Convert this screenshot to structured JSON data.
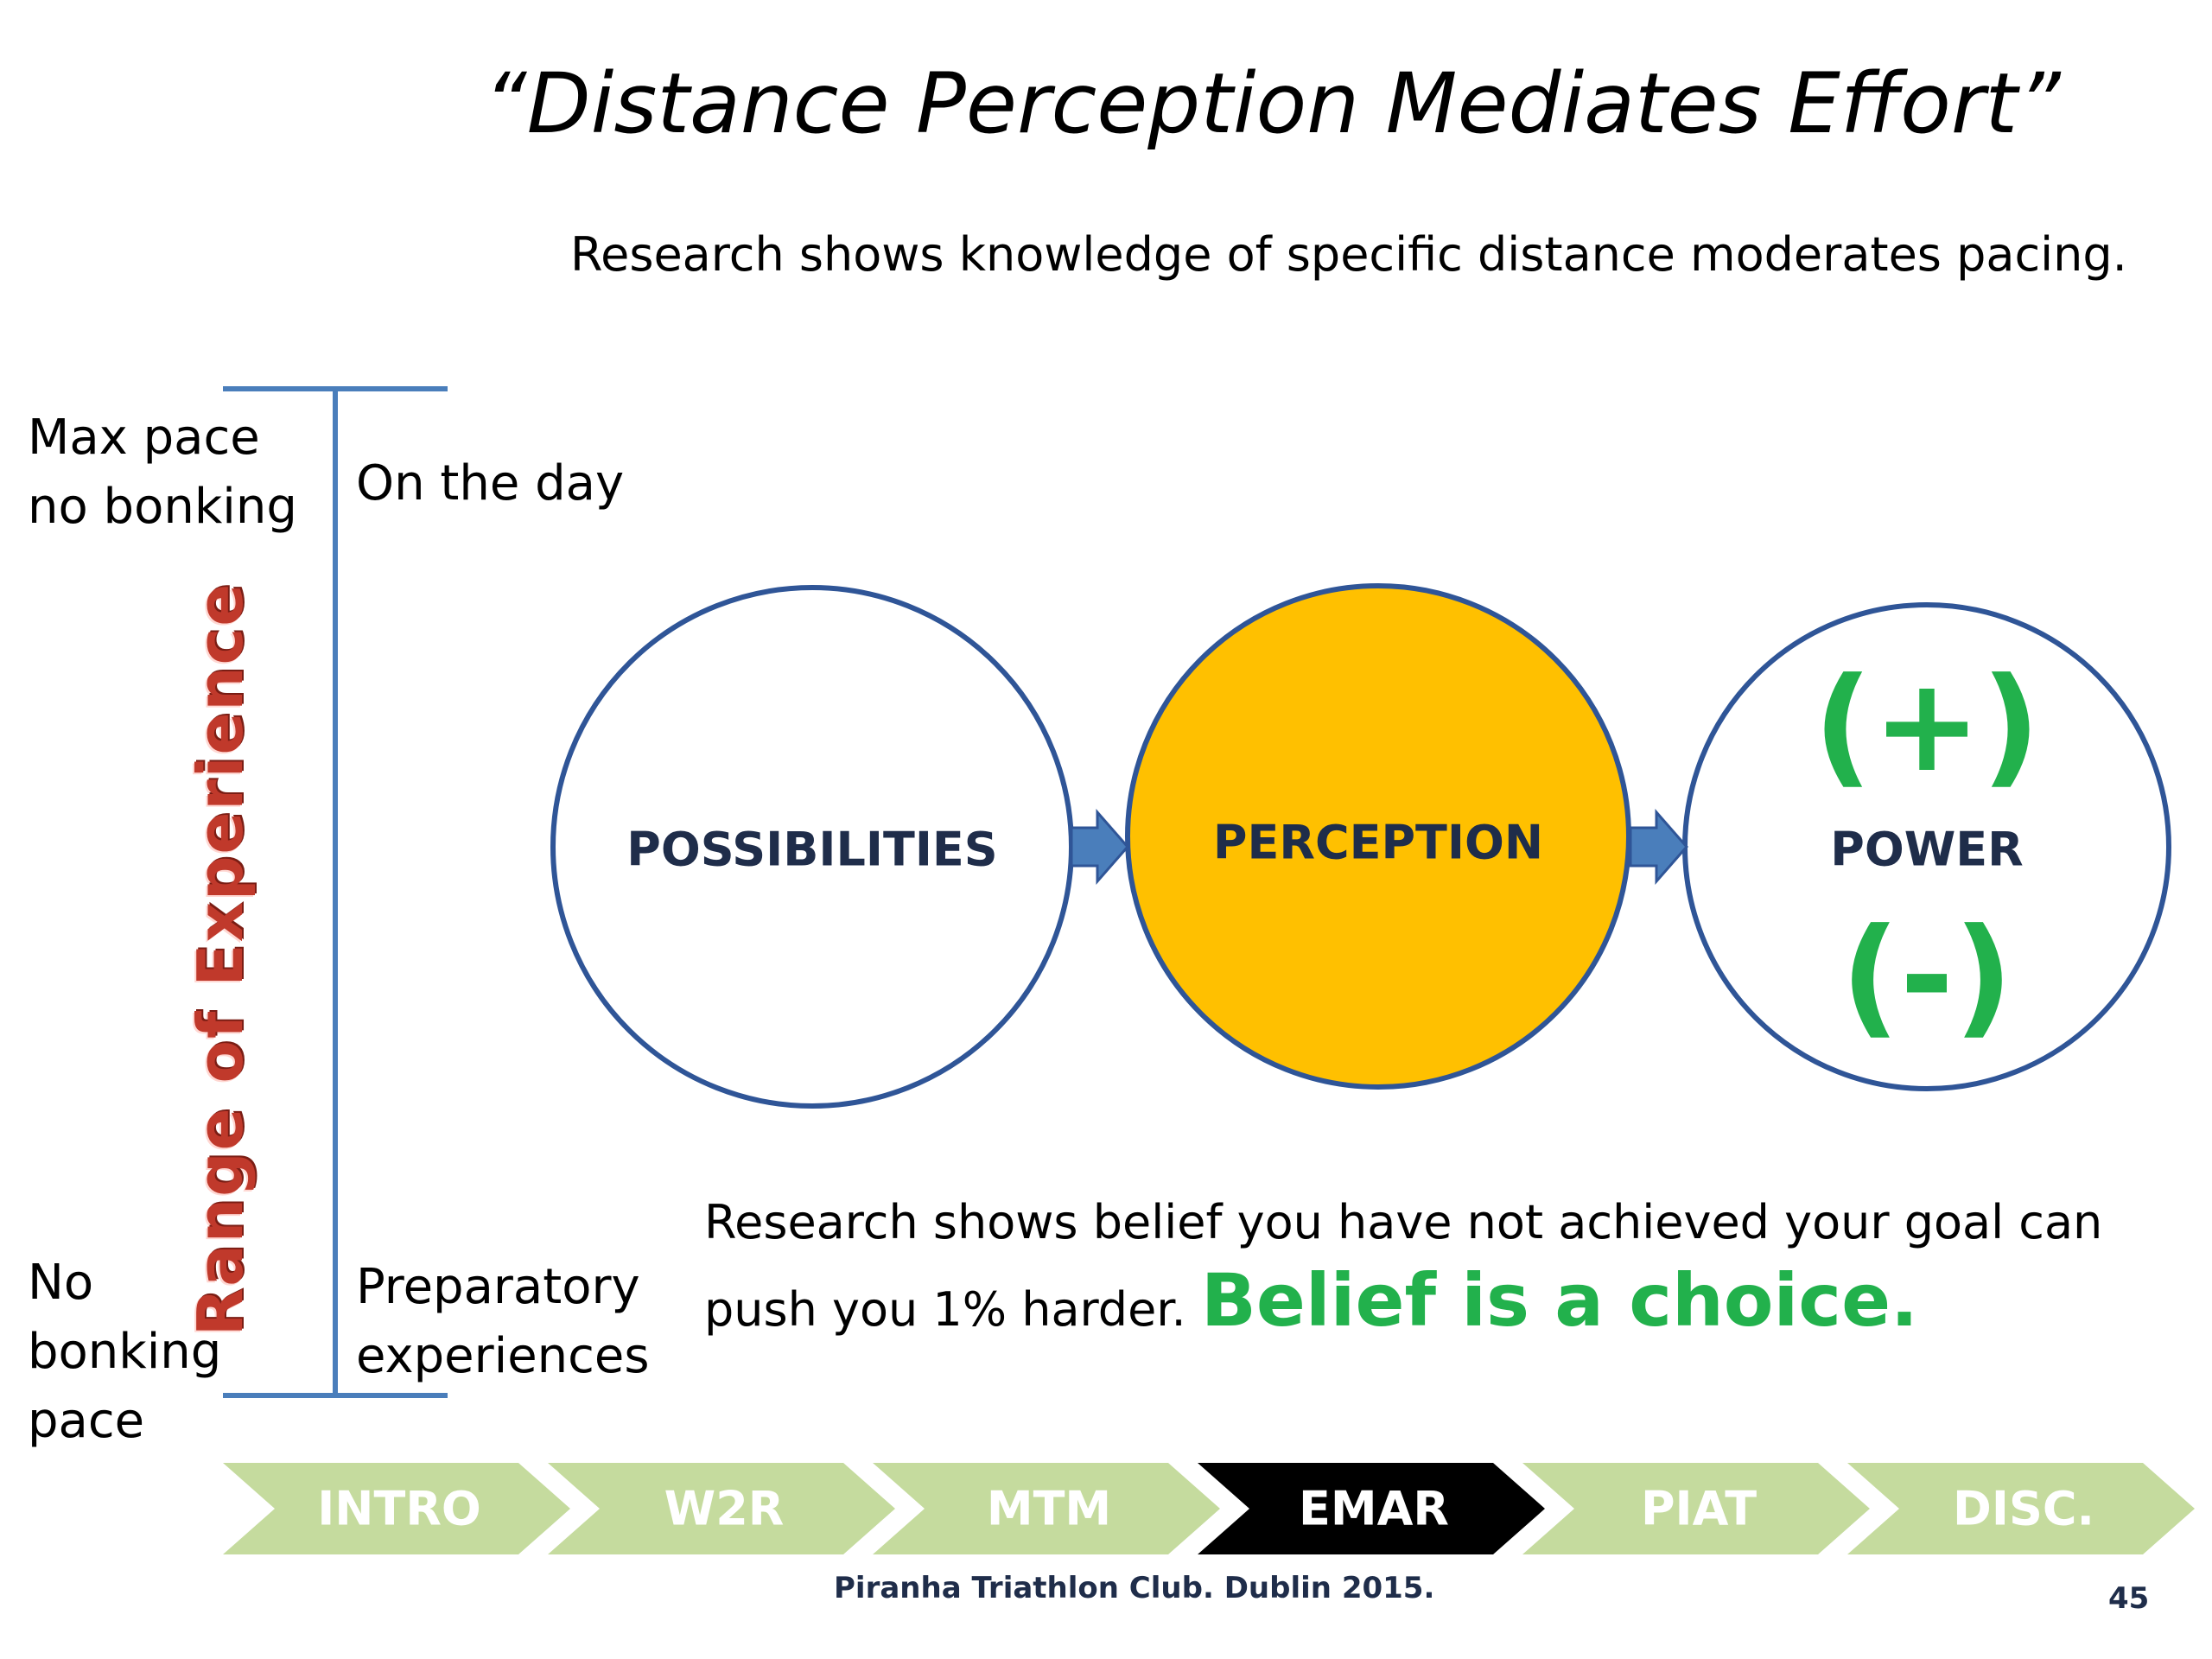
{
  "slide": {
    "title": "“Distance Perception Mediates Effort”",
    "subtitle": "Research shows knowledge of specific distance moderates pacing."
  },
  "scale": {
    "axis_label": "Range of Experience",
    "top_left": "Max pace no bonking",
    "top_right": "On the day",
    "bottom_left": "No bonking pace",
    "bottom_right": "Preparatory experiences"
  },
  "flow": {
    "circles": [
      "POSSIBILITIES",
      "PERCEPTION",
      "POWER"
    ],
    "plus": "(+)",
    "minus": "(-)",
    "colors": {
      "highlight": "#FFC000",
      "outline": "#2F5597",
      "arrow": "#4A7EBB",
      "positive": "#22B14C"
    }
  },
  "note": {
    "text": "Research shows belief you have not achieved your goal can push you 1% harder.",
    "emphasis": "Belief is a choice."
  },
  "nav": {
    "items": [
      "INTRO",
      "W2R",
      "MTM",
      "EMAR",
      "PIAT",
      "DISC."
    ],
    "active": "EMAR",
    "colors": {
      "inactive": "#C5DB9E",
      "active": "#000000"
    }
  },
  "footer": {
    "text": "Piranha Triathlon Club. Dublin 2015.",
    "page_number": "45"
  }
}
